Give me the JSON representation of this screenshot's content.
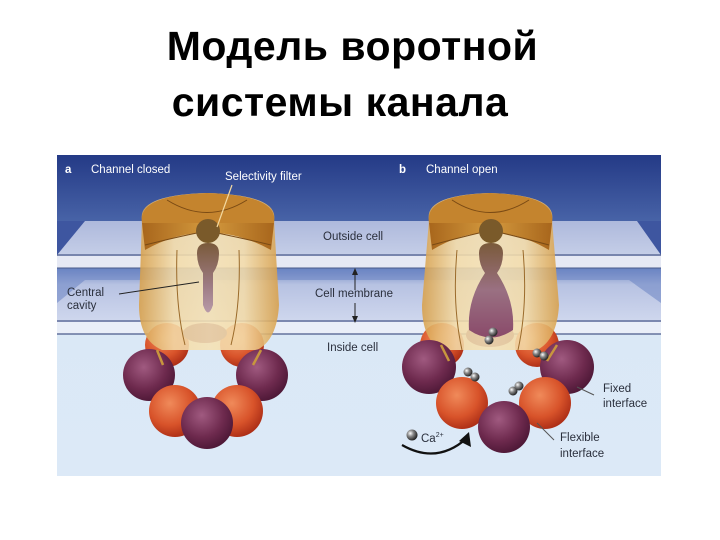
{
  "title": {
    "line1": "Модель воротной",
    "line2": "системы канала"
  },
  "figure": {
    "panel_a": {
      "letter": "a",
      "heading": "Channel closed",
      "labels": {
        "selectivity_filter": "Selectivity filter",
        "central_cavity_1": "Central",
        "central_cavity_2": "cavity"
      }
    },
    "panel_b": {
      "letter": "b",
      "heading": "Channel open",
      "labels": {
        "fixed_interface_1": "Fixed",
        "fixed_interface_2": "interface",
        "flexible_interface_1": "Flexible",
        "flexible_interface_2": "interface",
        "ion": "Ca",
        "ion_charge": "2+"
      }
    },
    "regions": {
      "outside": "Outside cell",
      "membrane": "Cell membrane",
      "inside": "Inside cell"
    },
    "colors": {
      "sky_top": "#243a86",
      "sky_bottom": "#5a78b8",
      "inside_bg": "#d9e8f6",
      "membrane_band": "#b9c3e0",
      "subunit_purple": "#6e2a4e",
      "subunit_orange": "#d8532a",
      "pore_tan": "#c98a2a",
      "pore_light": "#f0d49a",
      "calcium_ion": "#2a2a2a"
    }
  }
}
